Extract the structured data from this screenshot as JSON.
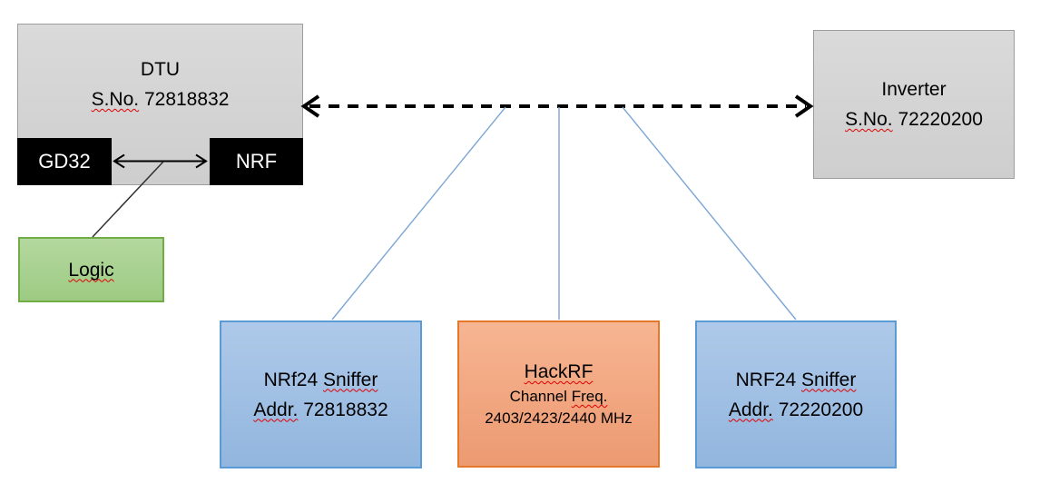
{
  "diagram": {
    "dtu": {
      "title": "DTU",
      "serial_label": "S.No.",
      "serial_value": "72818832",
      "gd32_label": "GD32",
      "nrf_label": "NRF"
    },
    "logic": {
      "label": "Logic"
    },
    "inverter": {
      "title": "Inverter",
      "serial_label": "S.No.",
      "serial_value": "72220200"
    },
    "sniffer_left": {
      "name_prefix": "NRf24",
      "name_word": "Sniffer",
      "addr_label": "Addr.",
      "addr_value": "72818832"
    },
    "hackrf": {
      "title": "HackRF",
      "freq_label_prefix": "Channel",
      "freq_label_word": "Freq.",
      "channels": "2403/2423/2440 MHz"
    },
    "sniffer_right": {
      "name_prefix": "NRF24",
      "name_word": "Sniffer",
      "addr_label": "Addr.",
      "addr_value": "72220200"
    }
  },
  "colors": {
    "background": "#ffffff",
    "device_fill": "#d4d4d4",
    "device_border": "#9d9d9d",
    "chip_fill": "#000000",
    "chip_text": "#ffffff",
    "logic_fill": "#a9d18e",
    "logic_border": "#70ad47",
    "sniffer_fill": "#a0bfe3",
    "sniffer_border": "#5b9bd5",
    "hackrf_fill": "#f2a781",
    "hackrf_border": "#e57728",
    "rf_link_line": "#000000",
    "tap_line": "#7ca6d4",
    "spellcheck_underline": "#e00000"
  }
}
